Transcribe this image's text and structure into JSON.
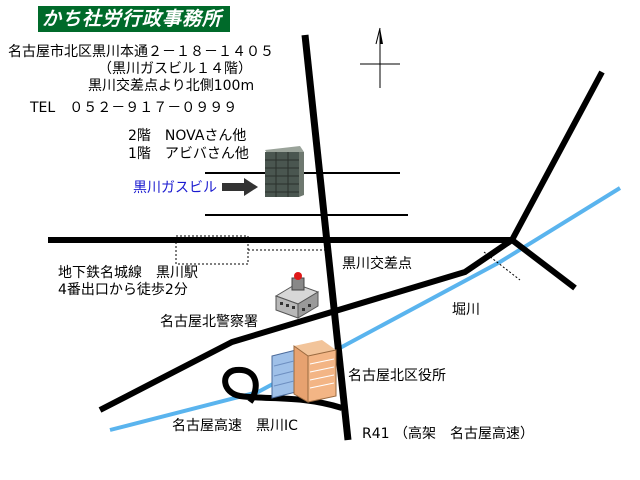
{
  "office": {
    "name": "かち社労行政事務所",
    "address_line1": "名古屋市北区黒川本通２－１８－１４０５",
    "address_line2": "（黒川ガスビル１４階）",
    "address_line3": "黒川交差点より北側100m",
    "tel": "TEL　０５２－９１７－０９９９"
  },
  "building": {
    "floor2": "2階　NOVAさん他",
    "floor1": "1階　アビバさん他",
    "name": "黒川ガスビル"
  },
  "station": {
    "line1": "地下鉄名城線　黒川駅",
    "line2": "4番出口から徒歩2分"
  },
  "labels": {
    "intersection": "黒川交差点",
    "river": "堀川",
    "police": "名古屋北警察署",
    "ward_office": "名古屋北区役所",
    "expressway_ic": "名古屋高速　黒川IC",
    "r41": "R41 （高架　名古屋高速）"
  },
  "colors": {
    "title_bg": "#006a2a",
    "title_text": "#ffffff",
    "river": "#5ab4ee",
    "road": "#000000",
    "building_label": "#1a1ad0"
  },
  "icons": {
    "north": "north-arrow-icon",
    "gas_building": "gas-building-icon",
    "police": "police-station-icon",
    "ward_office": "ward-office-building-icon",
    "arrow": "right-arrow-icon"
  }
}
